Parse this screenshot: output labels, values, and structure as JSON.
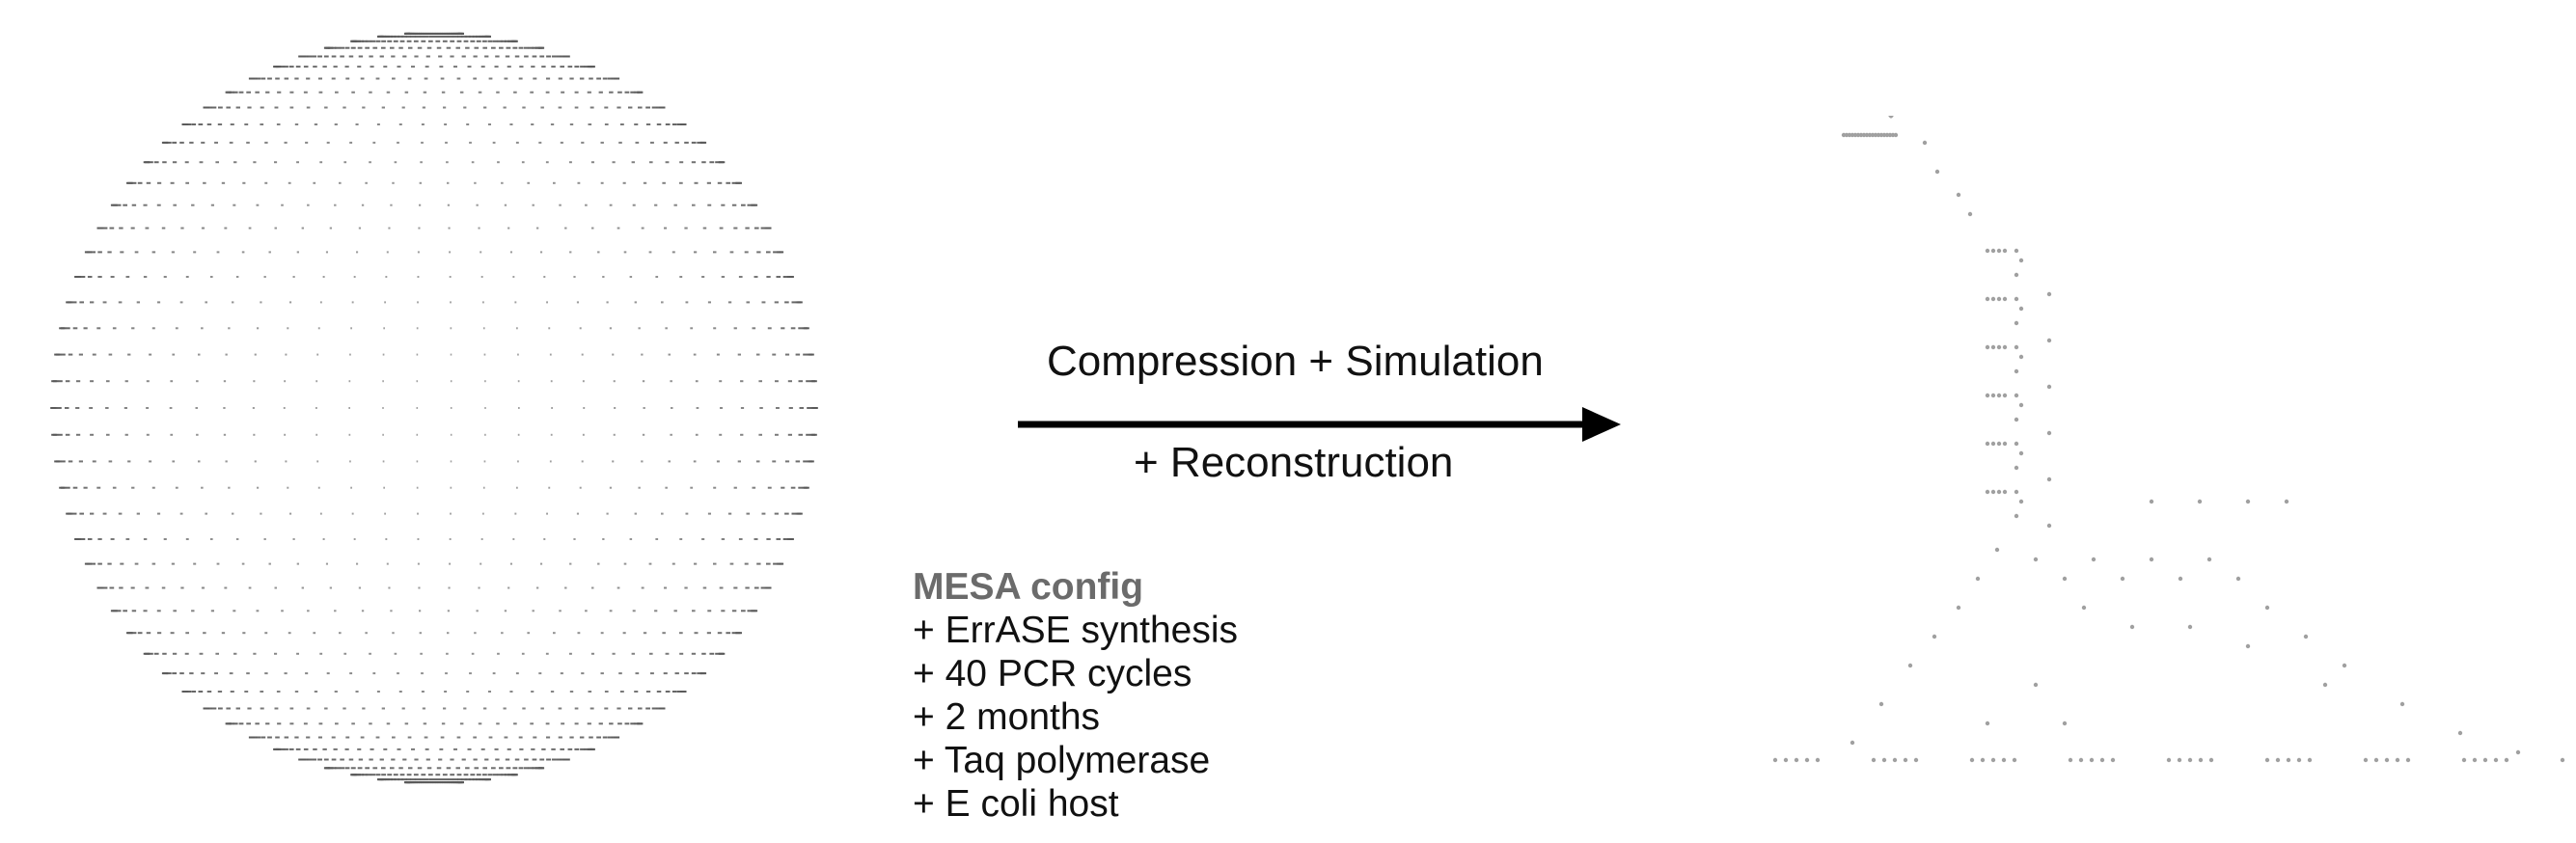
{
  "arrow": {
    "top_label": "Compression + Simulation",
    "bottom_label": "+ Reconstruction"
  },
  "config": {
    "title": "MESA config",
    "lines": [
      "+ ErrASE synthesis",
      "+ 40 PCR cycles",
      "+ 2 months",
      "+ Taq polymerase",
      "+ E coli host"
    ]
  },
  "colors": {
    "sphere_points": "#5a5a5a",
    "cone_points": "#a0a0a0",
    "text": "#111111",
    "config_title": "#6b6b6b"
  }
}
